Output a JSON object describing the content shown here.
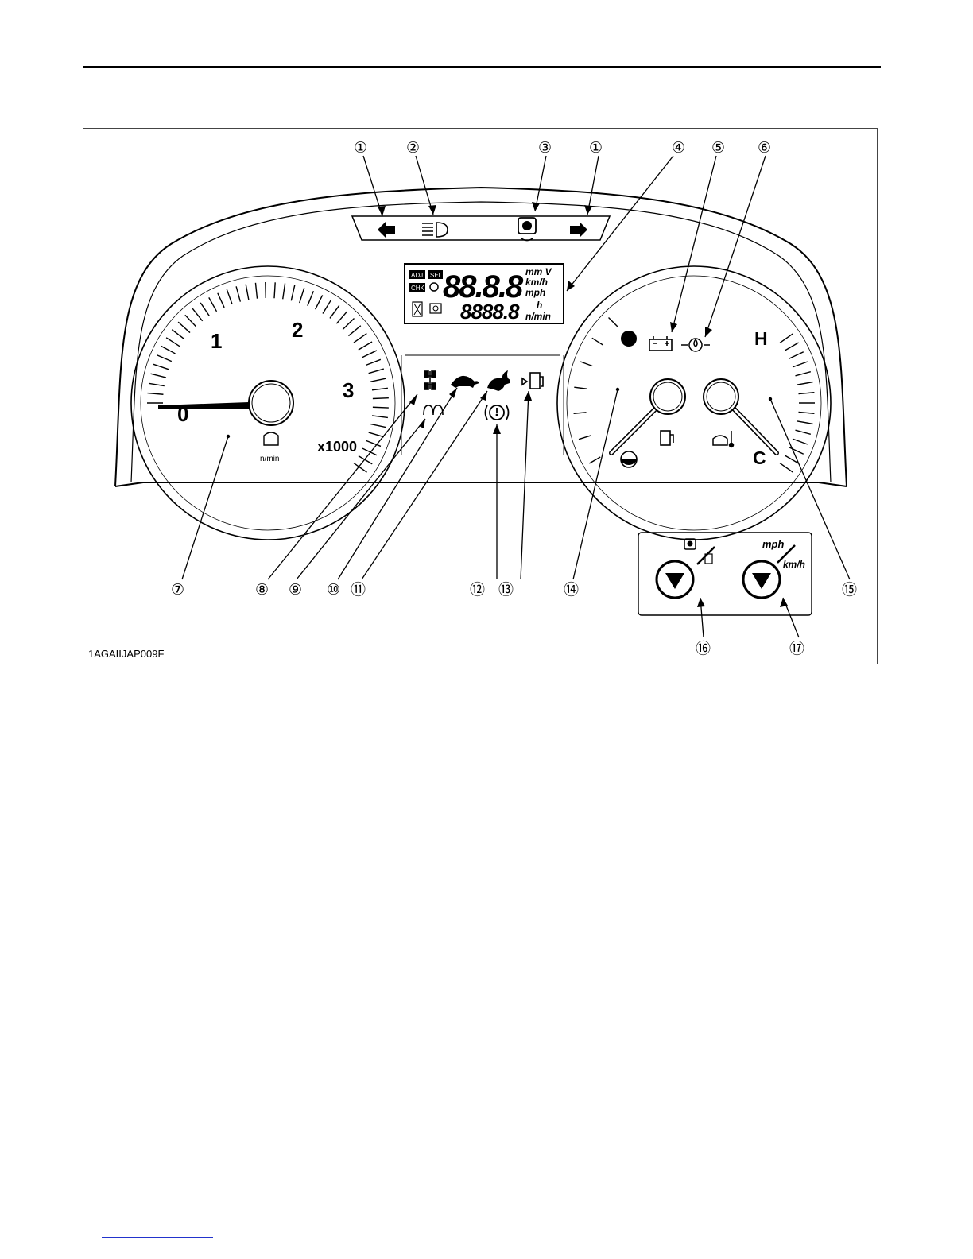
{
  "figure": {
    "code": "1AGAIIJAP009F",
    "callouts": [
      "①",
      "②",
      "③",
      "①",
      "④",
      "⑤",
      "⑥",
      "⑦",
      "⑧",
      "⑨",
      "⑩",
      "⑪",
      "⑫",
      "⑬",
      "⑭",
      "⑮",
      "⑯",
      "⑰"
    ]
  },
  "tachometer": {
    "scale_labels": [
      "0",
      "1",
      "2",
      "3"
    ],
    "multiplier": "x1000",
    "unit": "n/min"
  },
  "lcd": {
    "badges": [
      "ADJ",
      "SEL",
      "CHK"
    ],
    "top_digits": "88.8.8",
    "bottom_digits": "8888.8",
    "units_top": [
      "mm V",
      "km/h",
      "mph"
    ],
    "units_bottom": [
      "h",
      "n/min"
    ]
  },
  "gauges": {
    "temp_hot": "H",
    "temp_cold": "C"
  },
  "buttons": {
    "right_top_label": "mph",
    "right_bottom_label": "km/h"
  }
}
